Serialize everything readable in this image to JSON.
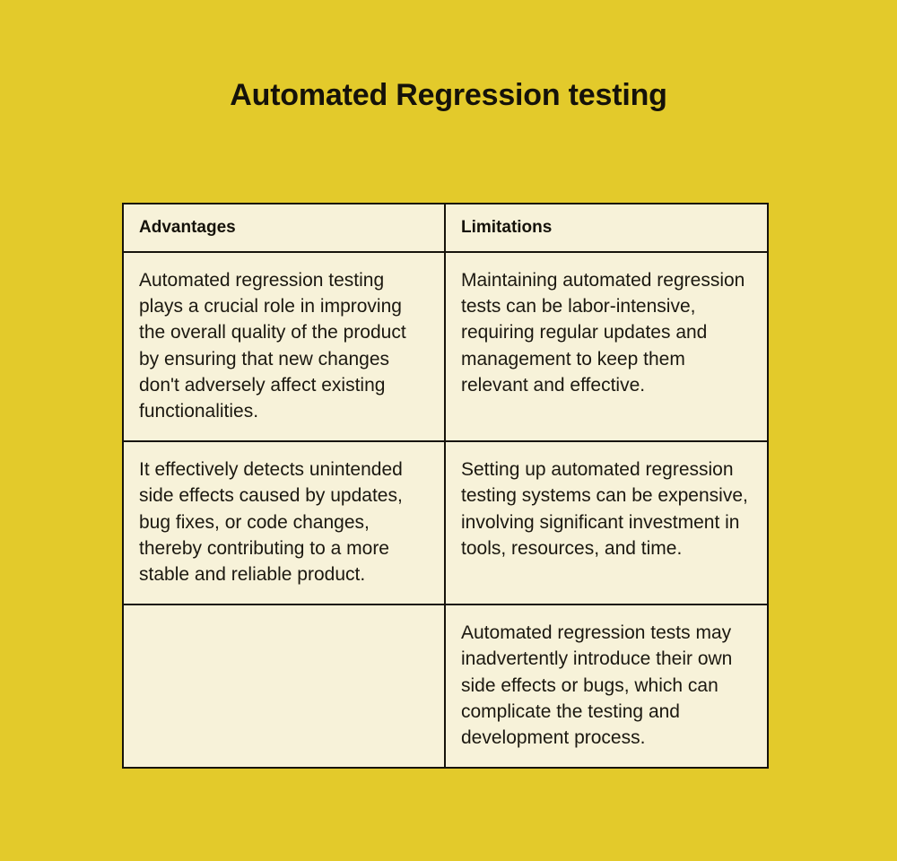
{
  "document": {
    "title": "Automated Regression testing",
    "background_color": "#e3ca2b",
    "cell_color": "#f7f2d9",
    "border_color": "#17140c",
    "text_color": "#1b1810"
  },
  "table": {
    "columns": [
      {
        "key": "advantages",
        "header": "Advantages"
      },
      {
        "key": "limitations",
        "header": "Limitations"
      }
    ],
    "rows": [
      {
        "advantages": "Automated regression testing plays a crucial role in improving the overall quality of the product by ensuring that new changes don't adversely affect existing functionalities.",
        "limitations": "Maintaining automated regression tests can be labor-intensive, requiring regular updates and management to keep them relevant and effective."
      },
      {
        "advantages": "It effectively detects unintended side effects caused by updates, bug fixes, or code changes, thereby contributing to a more stable and reliable product.",
        "limitations": "Setting up automated regression testing systems can be expensive, involving significant investment in tools, resources, and time."
      },
      {
        "advantages": "",
        "limitations": "Automated regression tests may inadvertently introduce their own side effects or bugs, which can complicate the testing and development process."
      }
    ]
  }
}
